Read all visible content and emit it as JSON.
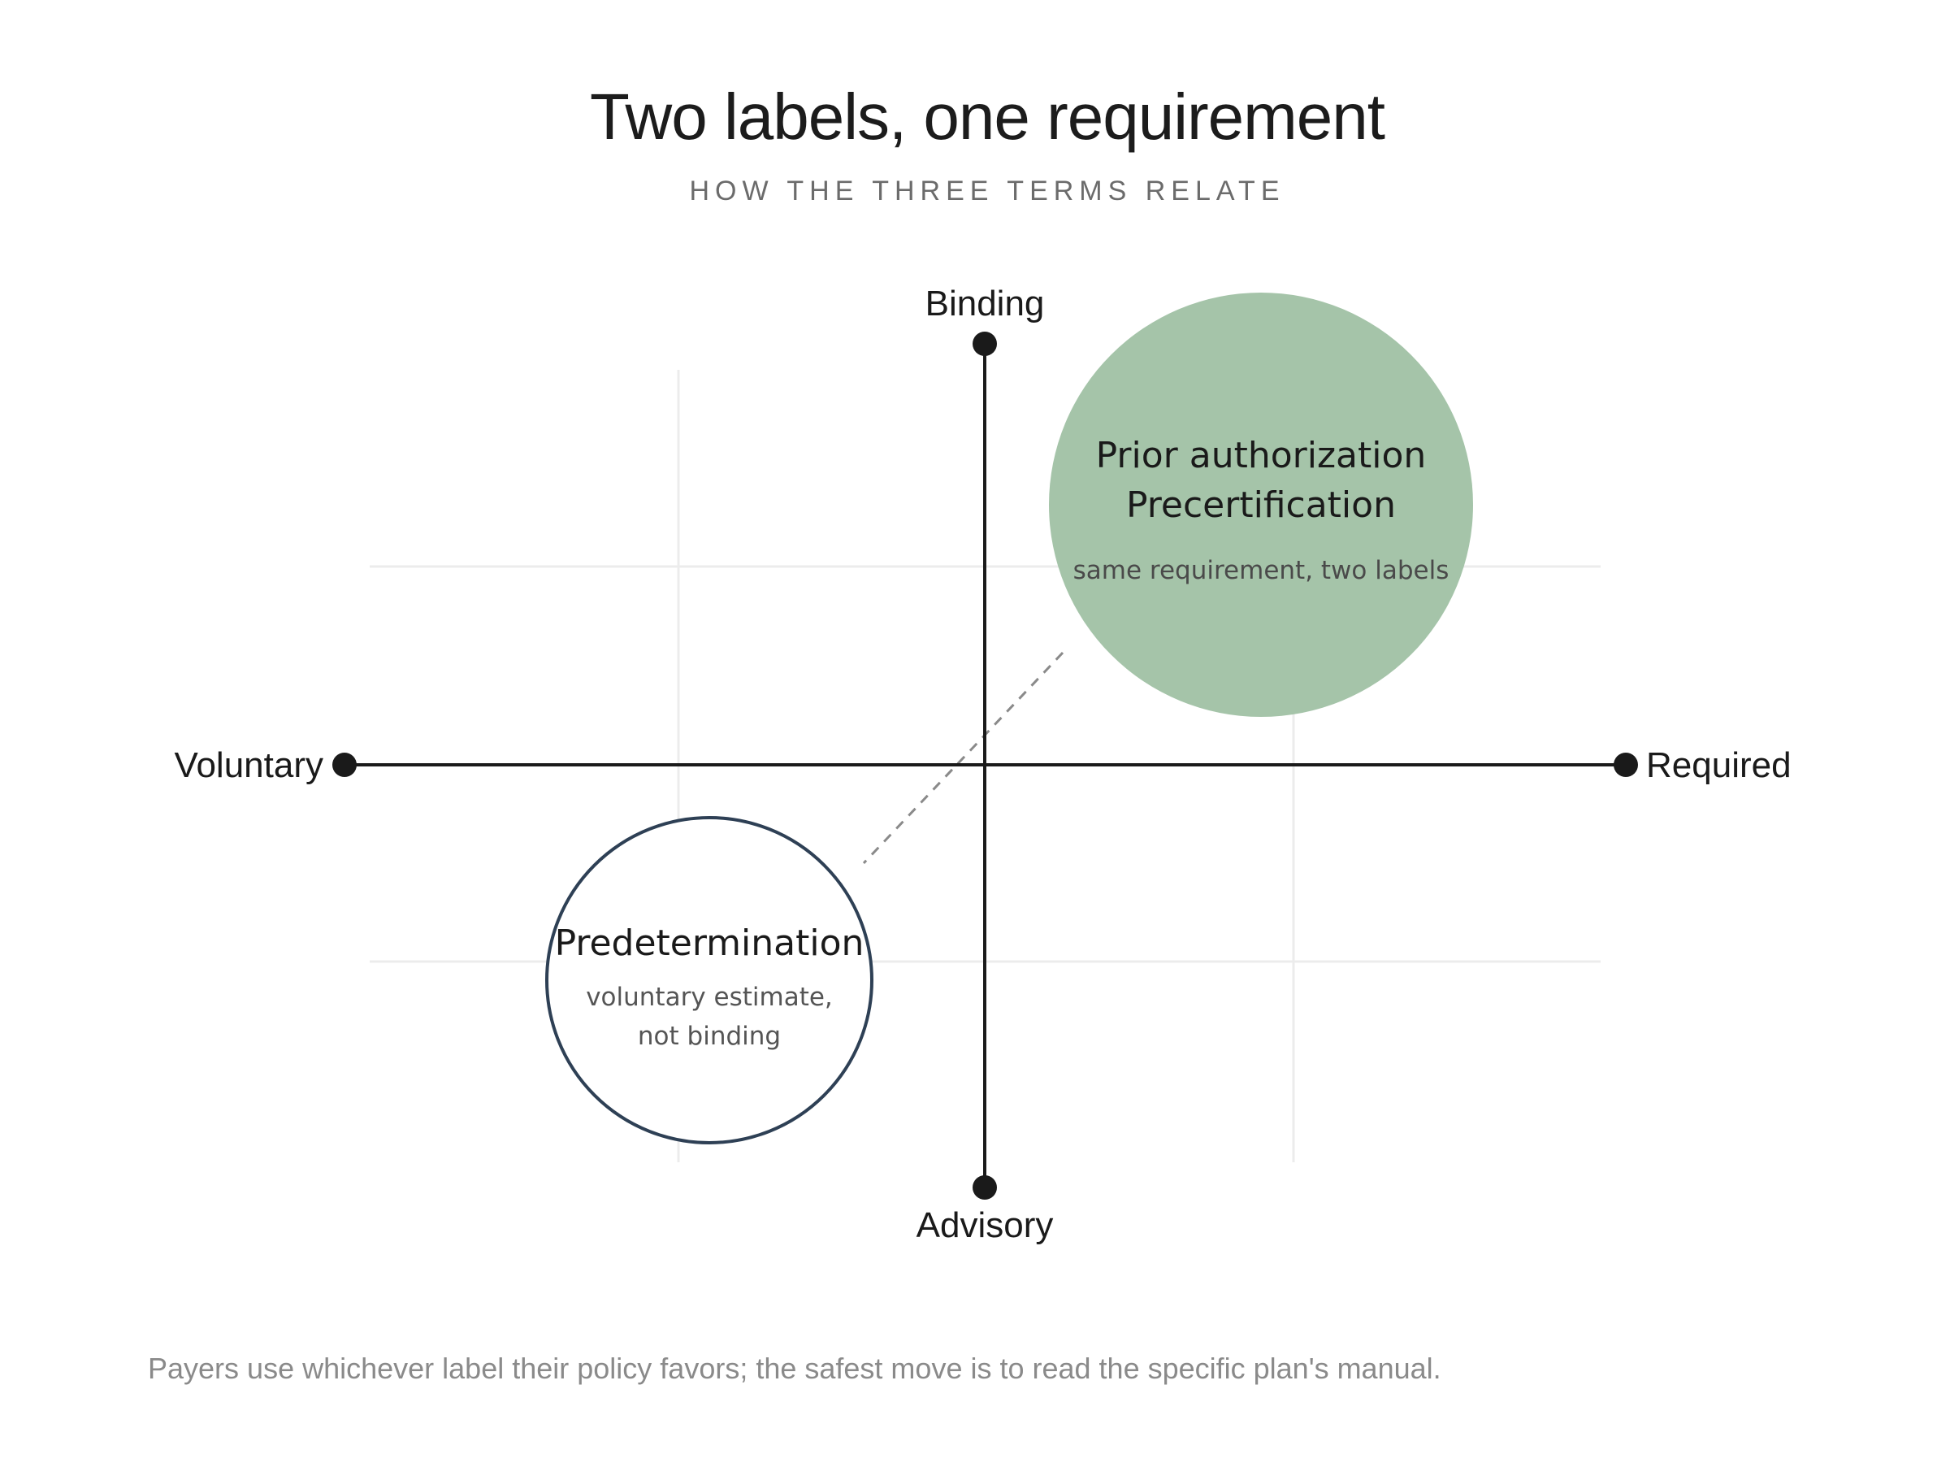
{
  "title": "Two labels, one requirement",
  "subtitle": "HOW THE THREE TERMS RELATE",
  "axes": {
    "top": "Binding",
    "bottom": "Advisory",
    "left": "Voluntary",
    "right": "Required"
  },
  "concepts": {
    "required": {
      "label_1": "Prior authorization",
      "label_2": "Precertification",
      "note": "same requirement, two labels",
      "fill_color": "#a5c4a9"
    },
    "voluntary": {
      "label": "Predetermination",
      "note_1": "voluntary estimate,",
      "note_2": "not binding",
      "stroke_color": "#2e4055"
    }
  },
  "footnote": "Payers use whichever label their policy favors; the safest move is to read the specific plan's manual."
}
